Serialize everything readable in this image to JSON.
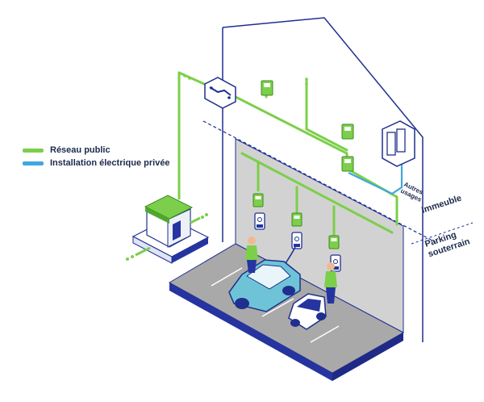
{
  "legend": {
    "items": [
      {
        "label": "Réseau public",
        "color": "#7ccf4a"
      },
      {
        "label": "Installation électrique privée",
        "color": "#3fa8de"
      }
    ]
  },
  "zones": {
    "building_label": "Immeuble",
    "parking_label_line1": "Parking",
    "parking_label_line2": "souterrain",
    "other_uses_line1": "Autres",
    "other_uses_line2": "usages"
  },
  "colors": {
    "public_network": "#7ccf4a",
    "private_installation": "#3fa8de",
    "outline": "#1f2f8f",
    "wall": "#c9c9c9",
    "floor": "#a7a7a7",
    "car": "#6ec4d6"
  }
}
